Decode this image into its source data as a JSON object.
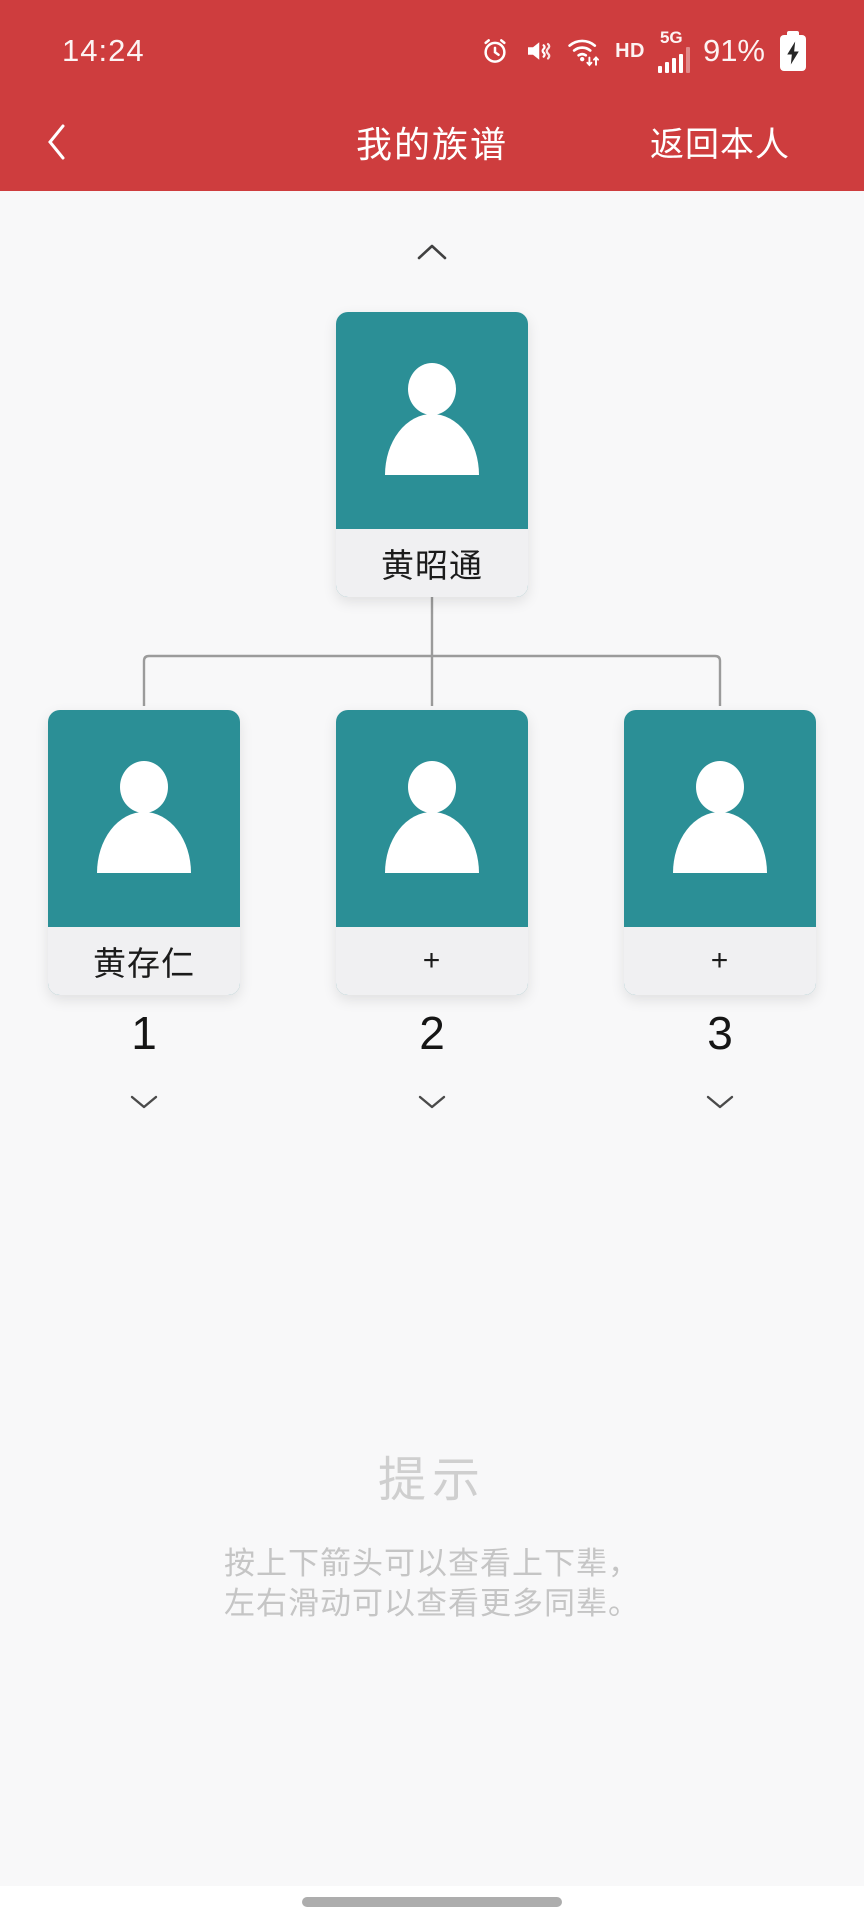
{
  "colors": {
    "header-red": "#CE3D3E",
    "card-teal": "#2B8F96",
    "label-strip": "#F0F0F2",
    "page-bg": "#F8F8F9",
    "connector-gray": "#9B9B9B",
    "tip-title-gray": "#CFCFCF",
    "tip-body-gray": "#C5C5C5"
  },
  "status_bar": {
    "time": "14:24",
    "hd_label": "HD",
    "network_label": "5G",
    "battery_percent": "91%"
  },
  "header": {
    "title": "我的族谱",
    "action_label": "返回本人"
  },
  "tree": {
    "root": {
      "name": "黄昭通"
    },
    "children": [
      {
        "label": "黄存仁",
        "index": "1"
      },
      {
        "label": "+",
        "index": "2"
      },
      {
        "label": "+",
        "index": "3"
      }
    ]
  },
  "tip": {
    "title": "提示",
    "line1": "按上下箭头可以查看上下辈，",
    "line2": "左右滑动可以查看更多同辈。"
  }
}
